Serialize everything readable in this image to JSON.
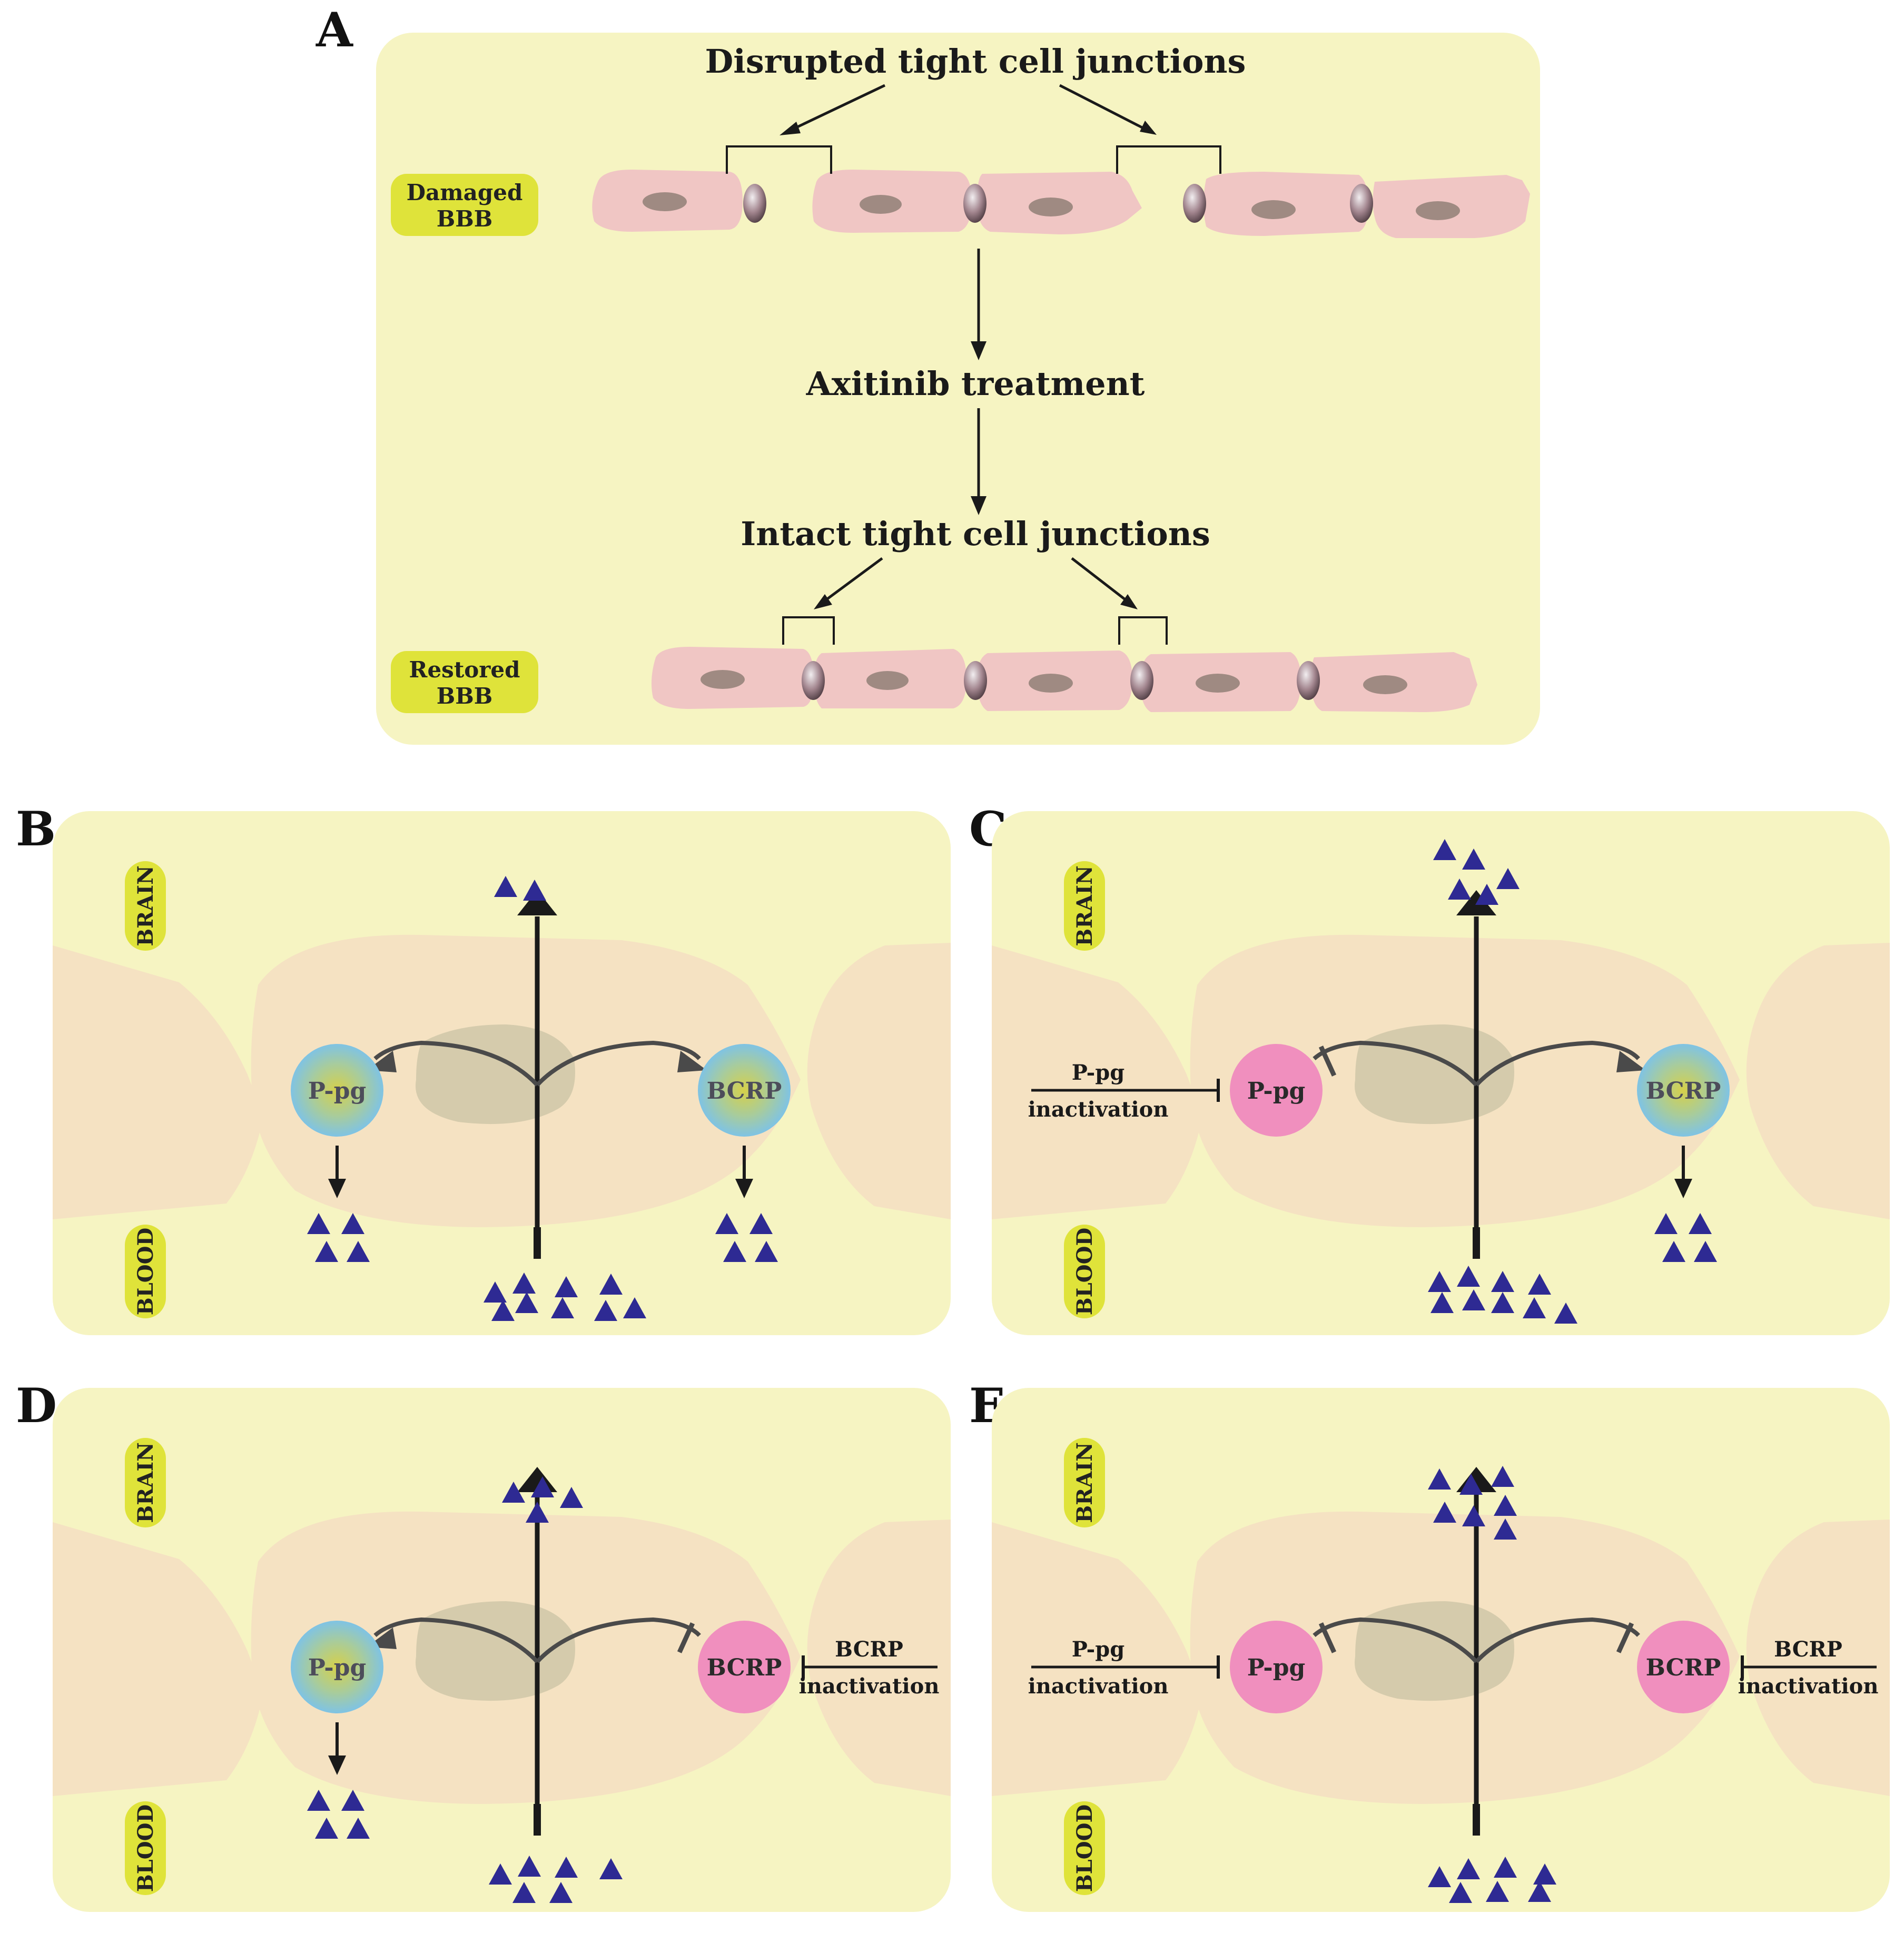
{
  "panels": {
    "a": {
      "letter": "A",
      "top_label": "Disrupted tight cell junctions",
      "middle_label": "Axitinib treatment",
      "bottom_label": "Intact tight cell junctions",
      "damaged_tag": [
        "Damaged",
        "BBB"
      ],
      "restored_tag": [
        "Restored",
        "BBB"
      ]
    },
    "b": {
      "letter": "B",
      "brain": "BRAIN",
      "blood": "BLOOD",
      "left": "P-pg",
      "right": "BCRP",
      "left_inactive": false,
      "right_inactive": false
    },
    "c": {
      "letter": "C",
      "brain": "BRAIN",
      "blood": "BLOOD",
      "left": "P-pg",
      "right": "BCRP",
      "left_inactive": true,
      "right_inactive": false,
      "left_inactivation": [
        "P-pg",
        "inactivation"
      ]
    },
    "d": {
      "letter": "D",
      "brain": "BRAIN",
      "blood": "BLOOD",
      "left": "P-pg",
      "right": "BCRP",
      "left_inactive": false,
      "right_inactive": true,
      "right_inactivation": [
        "BCRP",
        "inactivation"
      ]
    },
    "e": {
      "letter": "E",
      "brain": "BRAIN",
      "blood": "BLOOD",
      "left": "P-pg",
      "right": "BCRP",
      "left_inactive": true,
      "right_inactive": true,
      "left_inactivation": [
        "P-pg",
        "inactivation"
      ],
      "right_inactivation": [
        "BCRP",
        "inactivation"
      ]
    }
  },
  "colors": {
    "panel_bg": "#f6f4c2",
    "cell_pink": "#f0c6c4",
    "nucleus": "#9f8a82",
    "tag_yellow": "#dfe33a",
    "endothelial": "#f5e2c2",
    "transporter_active": "#8ec6df",
    "transporter_inactive": "#f08fbe",
    "drug": "#2e2a93",
    "arrow": "#1a1a1a",
    "curve": "#4a4a4a"
  }
}
